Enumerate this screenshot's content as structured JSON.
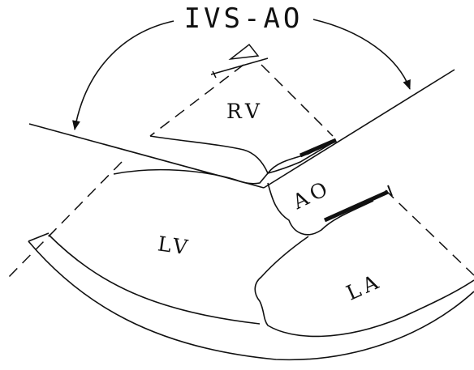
{
  "title": "IVS-AO",
  "labels": {
    "rv": "RV",
    "lv": "LV",
    "la": "LA",
    "ao": "AO"
  },
  "colors": {
    "ink": "#111111",
    "background": "#ffffff"
  }
}
